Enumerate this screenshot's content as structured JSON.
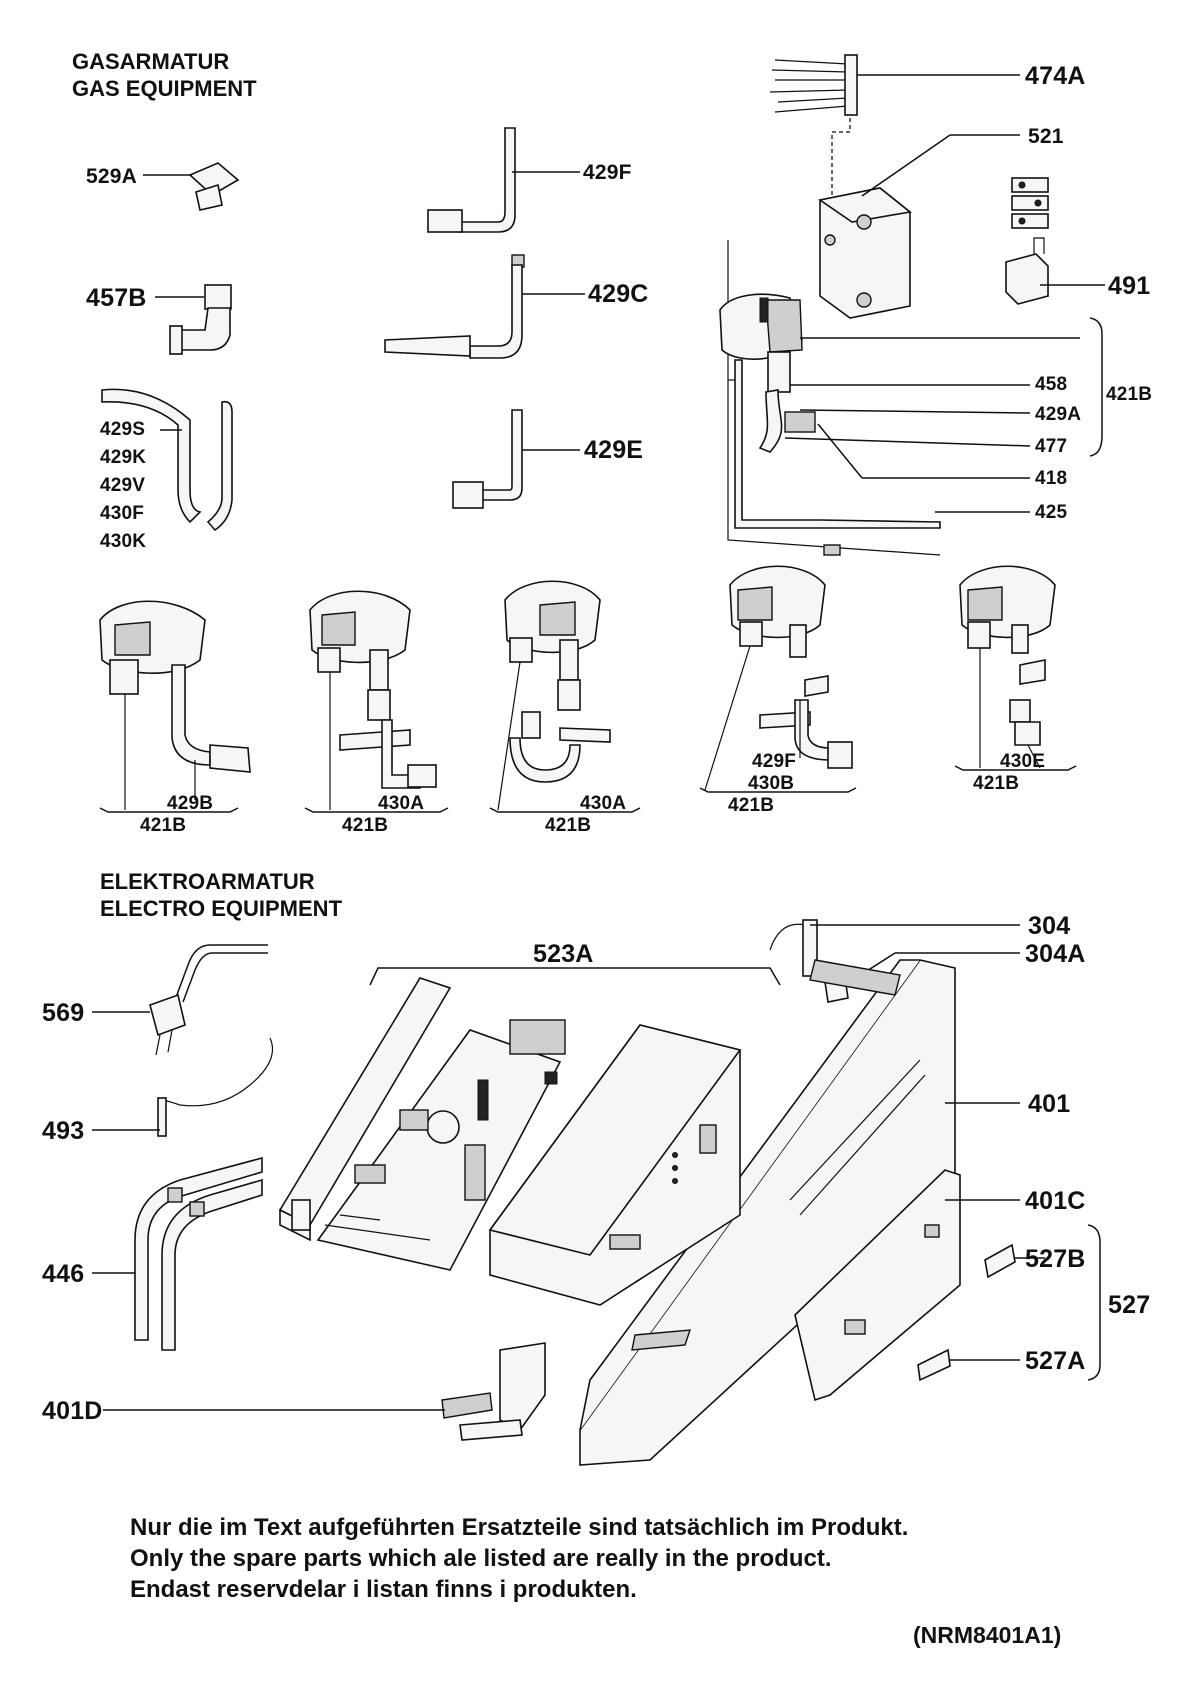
{
  "headers": {
    "gas_de": "GASARMATUR",
    "gas_en": "GAS EQUIPMENT",
    "electro_de": "ELEKTROARMATUR",
    "electro_en": "ELECTRO EQUIPMENT"
  },
  "labels": {
    "p474A": "474A",
    "p521": "521",
    "p529A": "529A",
    "p429F": "429F",
    "p491": "491",
    "p457B": "457B",
    "p429C": "429C",
    "p458": "458",
    "p421B_top": "421B",
    "p429A": "429A",
    "p429S": "429S",
    "p429K": "429K",
    "p429V": "429V",
    "p430F": "430F",
    "p430K": "430K",
    "p429E": "429E",
    "p477": "477",
    "p418": "418",
    "p425": "425",
    "v1_part": "429B",
    "v1_group": "421B",
    "v2_part": "430A",
    "v2_group": "421B",
    "v3_part": "430A",
    "v3_group": "421B",
    "v4_part1": "429F",
    "v4_part2": "430B",
    "v4_group": "421B",
    "v5_part": "430E",
    "v5_group": "421B",
    "p304": "304",
    "p304A": "304A",
    "p523A": "523A",
    "p569": "569",
    "p401": "401",
    "p493": "493",
    "p401C": "401C",
    "p527B": "527B",
    "p527": "527",
    "p446": "446",
    "p527A": "527A",
    "p401D": "401D"
  },
  "footer": {
    "note_de": "Nur die im Text aufgeführten Ersatzteile sind tatsächlich im Produkt.",
    "note_en": "Only the spare parts which ale listed are really in the product.",
    "note_sv": "Endast reservdelar i listan finns i produkten.",
    "code": "(NRM8401A1)"
  }
}
